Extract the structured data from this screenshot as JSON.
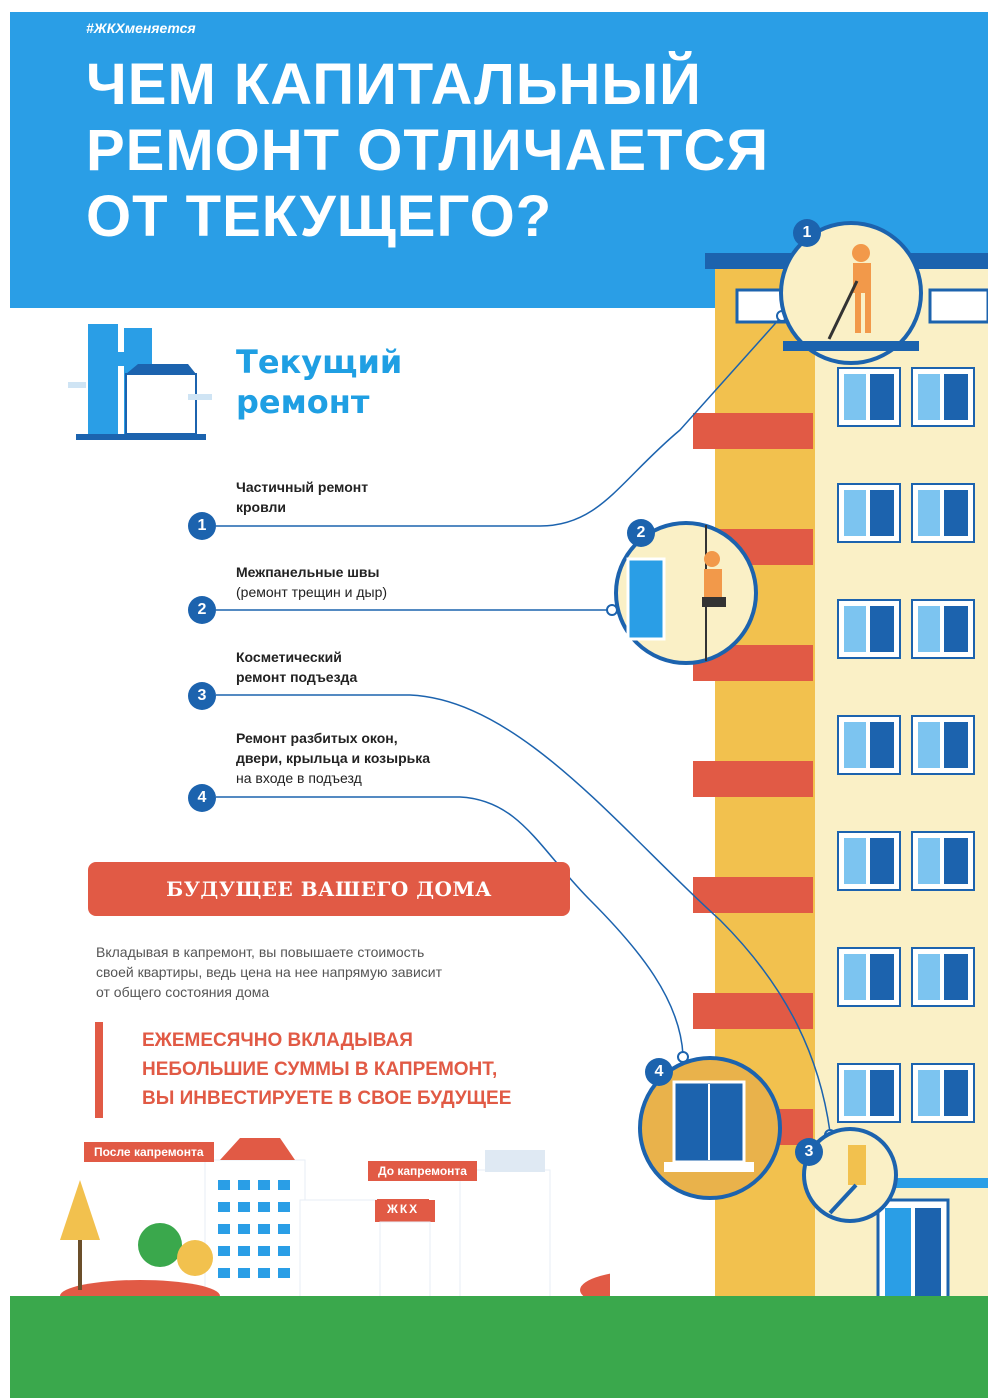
{
  "hashtag": "#ЖКХменяется",
  "title_lines": [
    "ЧЕМ КАПИТАЛЬНЫЙ",
    "РЕМОНТ ОТЛИЧАЕТСЯ",
    "ОТ ТЕКУЩЕГО?"
  ],
  "section_title_lines": [
    "Текущий",
    "ремонт"
  ],
  "items": [
    {
      "num": "1",
      "bold": "Частичный ремонт\nкровли",
      "normal": ""
    },
    {
      "num": "2",
      "bold": "Межпанельные швы",
      "normal": "(ремонт трещин и дыр)"
    },
    {
      "num": "3",
      "bold": "Косметический\nремонт подъезда",
      "normal": ""
    },
    {
      "num": "4",
      "bold": "Ремонт разбитых окон,\nдвери, крыльца и козырька",
      "normal": "на входе в подъезд"
    }
  ],
  "banner": "БУДУЩЕЕ ВАШЕГО ДОМА",
  "paragraph_lines": [
    "Вкладывая в капремонт, вы повышаете стоимость",
    "своей квартиры, ведь цена на нее напрямую зависит",
    "от общего состояния дома"
  ],
  "quote_lines": [
    "ЕЖЕМЕСЯЧНО ВКЛАДЫВАЯ",
    "НЕБОЛЬШИЕ СУММЫ В КАПРЕМОНТ,",
    "ВЫ ИНВЕСТИРУЕТЕ В СВОЕ БУДУЩЕЕ"
  ],
  "tag_after": "После капремонта",
  "tag_before": "До капремонта",
  "sign": "ЖКХ",
  "circle_numbers": [
    "1",
    "2",
    "3",
    "4"
  ],
  "colors": {
    "blue": "#2a9ee6",
    "navy": "#1c63ae",
    "red": "#e15a45",
    "yellow": "#f7d774",
    "green": "#3aa84c"
  }
}
